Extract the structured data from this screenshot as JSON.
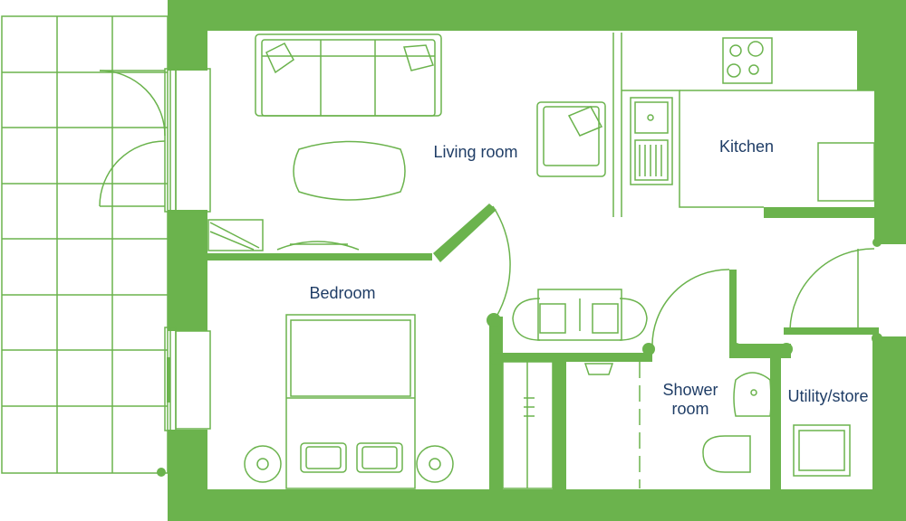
{
  "plan": {
    "wall_color": "#6bb34d",
    "line_color": "#6bb34d",
    "label_color": "#1f3d66",
    "rooms": {
      "living_room": "Living room",
      "kitchen": "Kitchen",
      "bedroom": "Bedroom",
      "shower_room_line1": "Shower",
      "shower_room_line2": "room",
      "utility_store": "Utility/store"
    }
  }
}
